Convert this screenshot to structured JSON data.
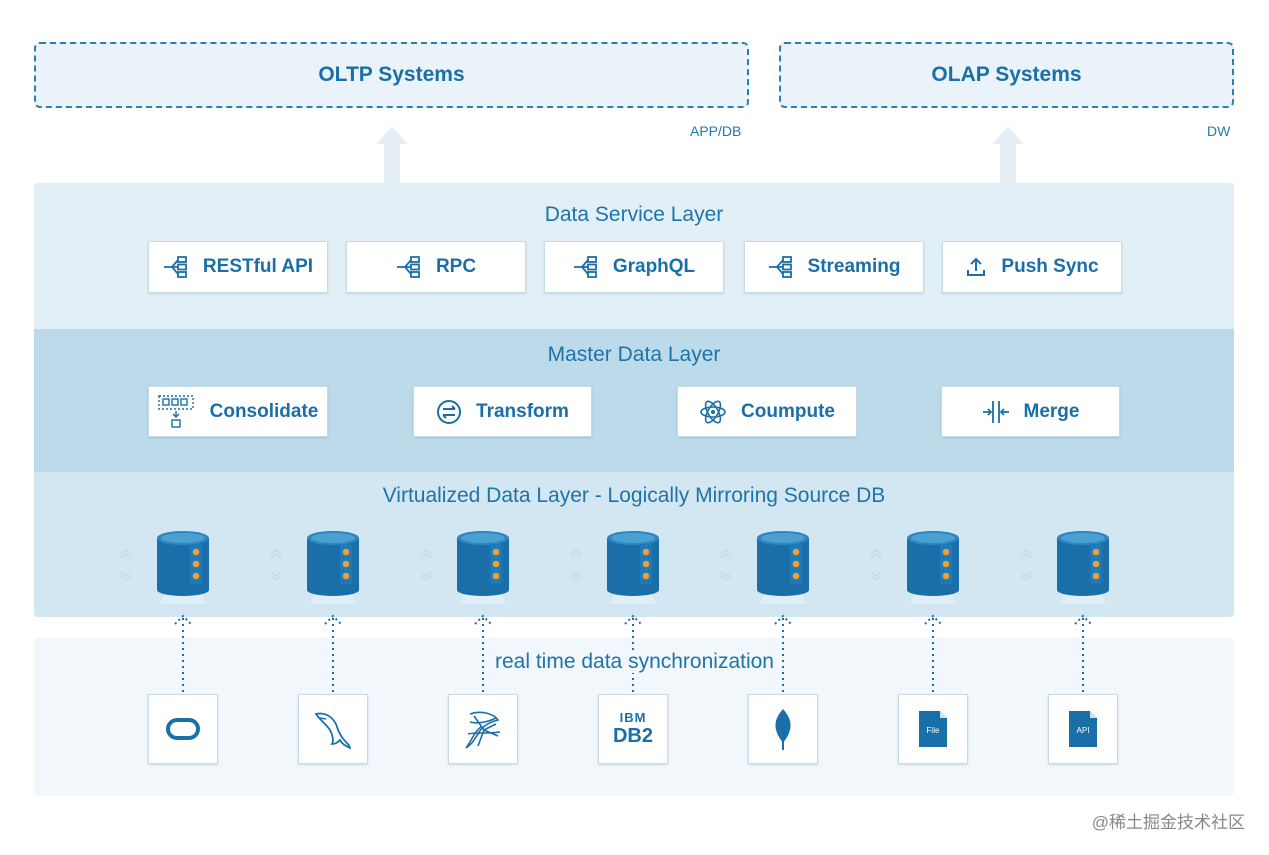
{
  "top": {
    "oltp": {
      "title": "OLTP Systems",
      "tag": "APP/DB"
    },
    "olap": {
      "title": "OLAP Systems",
      "tag": "DW"
    }
  },
  "service_layer": {
    "title": "Data Service Layer",
    "items": [
      {
        "label": "RESTful API",
        "icon": "api-tree-icon"
      },
      {
        "label": "RPC",
        "icon": "api-tree-icon"
      },
      {
        "label": "GraphQL",
        "icon": "api-tree-icon"
      },
      {
        "label": "Streaming",
        "icon": "api-tree-icon"
      },
      {
        "label": "Push Sync",
        "icon": "upload-icon"
      }
    ]
  },
  "master_layer": {
    "title": "Master Data Layer",
    "items": [
      {
        "label": "Consolidate",
        "icon": "consolidate-icon"
      },
      {
        "label": "Transform",
        "icon": "transform-icon"
      },
      {
        "label": "Coumpute",
        "icon": "atom-icon"
      },
      {
        "label": "Merge",
        "icon": "merge-icon"
      }
    ]
  },
  "virtual_layer": {
    "title": "Virtualized Data Layer - Logically Mirroring Source DB",
    "db_count": 7
  },
  "sync": {
    "label": "real time data synchronization",
    "sources": [
      {
        "name": "oracle-icon"
      },
      {
        "name": "mysql-icon"
      },
      {
        "name": "sqlserver-icon"
      },
      {
        "name": "db2-icon",
        "text_top": "IBM",
        "text_bottom": "DB2"
      },
      {
        "name": "mongodb-icon"
      },
      {
        "name": "file-icon",
        "text": "File"
      },
      {
        "name": "api-doc-icon",
        "text": "API"
      }
    ]
  },
  "footer": {
    "watermark": "@稀土掘金技术社区"
  },
  "colors": {
    "primary": "#1b6fa8",
    "layer1": "#e3eff7",
    "layer2": "#bcdaea",
    "layer3": "#d3e7f2",
    "db_orange": "#f0a030"
  }
}
